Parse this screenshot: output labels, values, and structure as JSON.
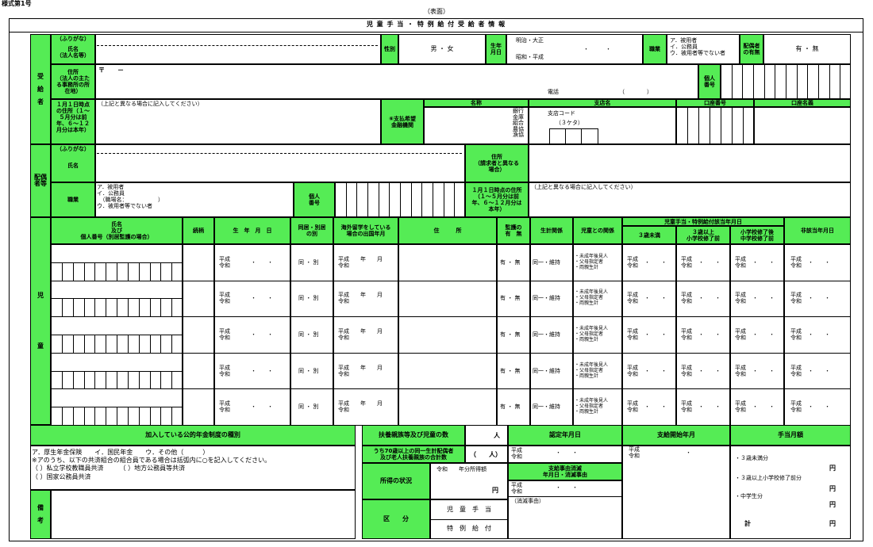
{
  "form_no": "様式第1号",
  "side": "（表面）",
  "title": "児 童 手 当 ・ 特 例 給 付 受 給 者 情 報",
  "recipient": {
    "section_label": "受\n\n給\n\n者",
    "furigana": "（ふりがな）",
    "name_label": "氏名\n（法人名等）",
    "gender_label": "性別",
    "gender_value": "男 ・ 女",
    "dob_label": "生年\n月日",
    "dob_era1": "明治・大正",
    "dob_era2": "昭和・平成",
    "dob_dots": "・　　　・",
    "occupation_label": "職業",
    "occupation_options": "ア．被用者\nイ．公務員\nウ．被用者等でない者",
    "spouse_label": "配偶者\nの有無",
    "spouse_value": "有 ・ 無",
    "address_label": "住所\n（法人の主た\nる事務所の所\n在地）",
    "postal_mark": "〒　　－",
    "phone_label": "電話",
    "phone_paren": "（　　　　）",
    "personal_no_label": "個人\n番号",
    "jan1_label": "１月１日時点\nの住所（１～\n５月分は前\n年、６～１２\n月分は本年）",
    "jan1_note": "（上記と異なる場合に記入してください）",
    "payment_label": "⑥支払希望\n金融機関",
    "bank_name_hdr": "名称",
    "branch_hdr": "支店名",
    "account_no_hdr": "口座番号",
    "account_name_hdr": "口座名義",
    "bank_types": "銀行\n金庫\n組合\n農協\n漁協",
    "branch_code": "支店コード",
    "branch_digits": "（３ケタ）"
  },
  "spouse": {
    "section_label": "配偶\n者等",
    "furigana": "（ふりがな）",
    "name_label": "氏名",
    "address_label": "住所\n（請求者と異なる\n場合）",
    "occupation_label": "職業",
    "occupation_options": "ア．被用者\nイ．公務員\n　（職場名：　　　　　　）\nウ．被用者等でない者",
    "personal_no_label": "個人\n番号",
    "jan1_label": "１月１日時点の住所\n（１～５月分は前\n年、６～１２月分は\n本年）",
    "jan1_note": "（上記と異なる場合に記入してください）"
  },
  "children": {
    "section_label": "児\n\n\n\n\n\n\n\n童",
    "headers": {
      "name": "氏名\n及び\n個人番号（別居監護の場合）",
      "relation": "続柄",
      "dob": "生　年　月　日",
      "cohab": "同居・別居\nの別",
      "overseas": "海外留学をしている\n場合の出国年月",
      "address": "住　　　所",
      "custody": "監護の\n有　無",
      "livelihood": "生計関係",
      "relation_child": "児童との関係",
      "group": "児童手当・特例給付該当年月日",
      "under3": "３歳未満",
      "over3": "３歳以上\n小学校修了前",
      "junior": "小学校修了後\n中学校修了前",
      "ineligible": "非該当年月日"
    },
    "row": {
      "era": "平成\n令和",
      "dots": "・　　・",
      "cohab_val": "同 ・ 別",
      "overseas_val": "平成　　年　　月\n令和",
      "custody_val": "有 ・ 無",
      "livelihood_val": "同一・維持",
      "relation_opts": "・未成年後見人\n・父母指定者\n・両親生計",
      "group_era": "平成\n令和"
    },
    "row_count": 5
  },
  "pension": {
    "header": "加入している公的年金制度の種別",
    "line1": "ア．厚生年金保険　　イ．国民年金　　ウ．その他（　　　）",
    "line2": "※アのうち、以下の共済組合の組合員である場合は括弧内に○を記入してください。",
    "line3": "（ ）私立学校教職員共済　　　（ ）地方公務員等共済",
    "line4": "（ ）国家公務員共済"
  },
  "dependents": {
    "header": "扶養親族等及び児童の数",
    "unit": "人",
    "sub_label": "うち70歳以上の同一生計配偶者\n及び老人扶養親族の合計数",
    "sub_value": "（　　人）"
  },
  "income": {
    "label": "所得の状況",
    "year_label": "令和　　年分所得額",
    "yen": "円"
  },
  "category": {
    "label": "区　　分",
    "opt1": "児　童　手　当",
    "opt2": "特　例　給　付"
  },
  "certified": {
    "header": "認定年月日",
    "era": "平成\n令和",
    "dots": "・　　・"
  },
  "extinction": {
    "header": "支給事由消滅\n年月日・消滅事由",
    "era": "平成\n令和",
    "dots": "・　　・",
    "reason": "（消滅事由）"
  },
  "payment_start": {
    "header": "支給開始年月",
    "era": "平成\n令和",
    "dot": "・"
  },
  "monthly": {
    "header": "手当月額",
    "under3": "・３歳未満分",
    "over3": "・３歳以上小学校修了前分",
    "junior": "・中学生分",
    "total": "計",
    "yen": "円"
  },
  "remarks": {
    "label": "備\n\n考"
  }
}
